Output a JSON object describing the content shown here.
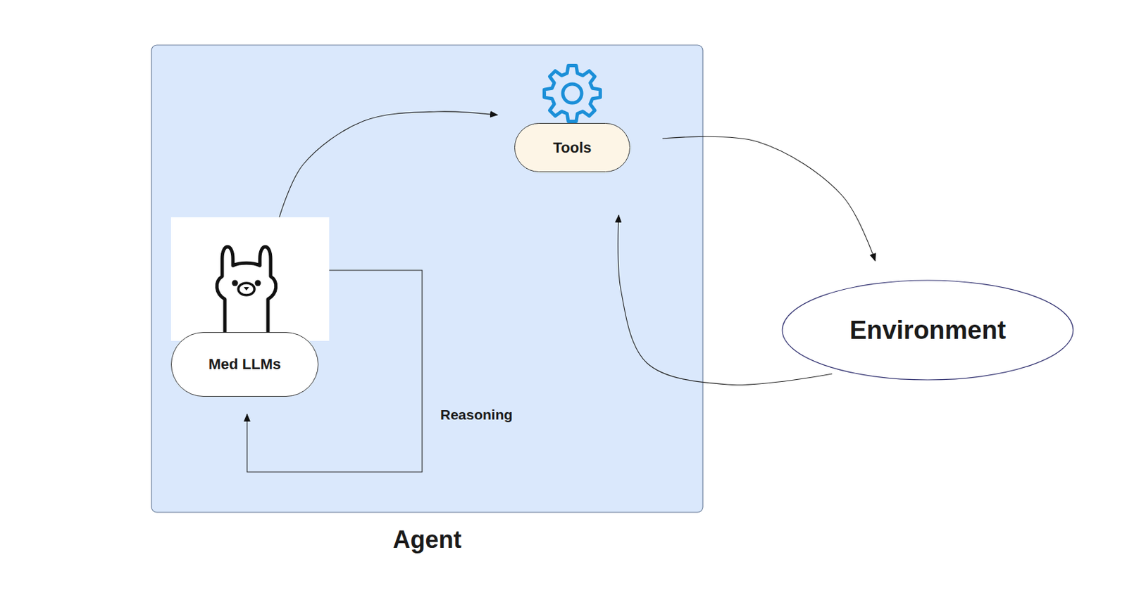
{
  "diagram": {
    "nodes": [
      {
        "text": [
          "Agent"
        ]
      },
      {
        "text": [
          "Med LLMs"
        ],
        "in": 0
      },
      {
        "text": [
          "Tools"
        ],
        "in": 0
      },
      {
        "text": [
          "Environment"
        ]
      }
    ],
    "edges": [
      {
        "from": 1,
        "to": 2,
        "arrow": "to"
      },
      {
        "from": 1,
        "to": 1,
        "label": "Reasoning",
        "arrow": "to"
      },
      {
        "from": 2,
        "to": 3,
        "arrow": "to"
      },
      {
        "from": 3,
        "to": 2,
        "arrow": "to"
      }
    ]
  }
}
